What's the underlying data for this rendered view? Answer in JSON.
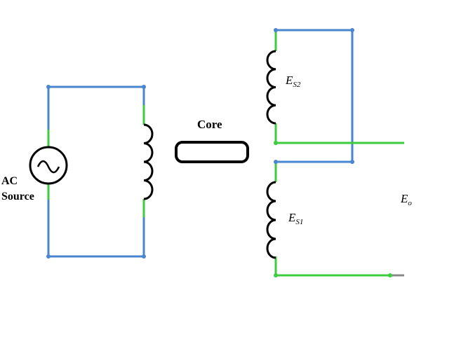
{
  "labels": {
    "source_line1": "AC",
    "source_line2": "Source",
    "core": "Core",
    "es2_main": "E",
    "es2_sub": "S2",
    "es1_main": "E",
    "es1_sub": "S1",
    "eo_main": "E",
    "eo_sub": "o"
  },
  "colors": {
    "wire_blue": "#4a86d0",
    "wire_green": "#3dcc3d",
    "coil": "#000000",
    "core_stroke": "#000000",
    "node": "#4a86d0"
  }
}
